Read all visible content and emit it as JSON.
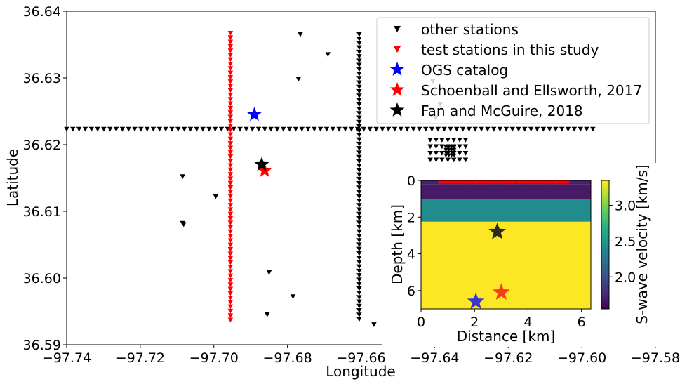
{
  "chart_data": [
    {
      "type": "scatter",
      "title": "",
      "xlabel": "Longitude",
      "ylabel": "Latitude",
      "xlim": [
        -97.74,
        -97.58
      ],
      "ylim": [
        36.59,
        36.64
      ],
      "xticks": [
        -97.74,
        -97.72,
        -97.7,
        -97.68,
        -97.66,
        -97.64,
        -97.62,
        -97.6,
        -97.58
      ],
      "xtick_labels": [
        "−97.74",
        "−97.72",
        "−97.70",
        "−97.68",
        "−97.66",
        "−97.64",
        "−97.62",
        "−97.60",
        "−97.58"
      ],
      "yticks": [
        36.59,
        36.6,
        36.61,
        36.62,
        36.63,
        36.64
      ],
      "ytick_labels": [
        "36.59",
        "36.60",
        "36.61",
        "36.62",
        "36.63",
        "36.64"
      ],
      "grid": false,
      "legend_placement": "top-right",
      "series": [
        {
          "name": "other stations",
          "marker": "triangle-down",
          "color": "#000000",
          "lines": [
            {
              "orient": "h",
              "y": 36.6223,
              "x0": -97.74,
              "x1": -97.597,
              "n": 86
            },
            {
              "orient": "v",
              "x": -97.6605,
              "y0": 36.5938,
              "y1": 36.6365,
              "n": 66
            }
          ],
          "points": [
            [
              -97.6765,
              36.6365
            ],
            [
              -97.669,
              36.6335
            ],
            [
              -97.677,
              36.6298
            ],
            [
              -97.6405,
              36.6295
            ],
            [
              -97.6385,
              36.626
            ],
            [
              -97.7085,
              36.6152
            ],
            [
              -97.6995,
              36.6122
            ],
            [
              -97.7085,
              36.6082
            ],
            [
              -97.7082,
              36.608
            ],
            [
              -97.685,
              36.6008
            ],
            [
              -97.6785,
              36.5972
            ],
            [
              -97.6855,
              36.5945
            ],
            [
              -97.6565,
              36.593
            ],
            [
              -97.6403,
              36.5943
            ],
            [
              -97.6397,
              36.624
            ],
            [
              -97.6412,
              36.6207
            ],
            [
              -97.6396,
              36.6207
            ],
            [
              -97.638,
              36.6207
            ],
            [
              -97.6364,
              36.6207
            ],
            [
              -97.6348,
              36.6207
            ],
            [
              -97.6332,
              36.6207
            ],
            [
              -97.6316,
              36.6207
            ],
            [
              -97.6412,
              36.6197
            ],
            [
              -97.6396,
              36.6197
            ],
            [
              -97.638,
              36.6197
            ],
            [
              -97.6364,
              36.6197
            ],
            [
              -97.6348,
              36.6197
            ],
            [
              -97.6332,
              36.6197
            ],
            [
              -97.6316,
              36.6197
            ],
            [
              -97.6412,
              36.6187
            ],
            [
              -97.6396,
              36.6187
            ],
            [
              -97.638,
              36.6187
            ],
            [
              -97.6364,
              36.6187
            ],
            [
              -97.6348,
              36.6187
            ],
            [
              -97.6332,
              36.6187
            ],
            [
              -97.6316,
              36.6187
            ],
            [
              -97.6412,
              36.6177
            ],
            [
              -97.6396,
              36.6177
            ],
            [
              -97.638,
              36.6177
            ],
            [
              -97.6364,
              36.6177
            ],
            [
              -97.6348,
              36.6177
            ],
            [
              -97.6332,
              36.6177
            ],
            [
              -97.6316,
              36.6177
            ],
            [
              -97.6412,
              36.6167
            ],
            [
              -97.6396,
              36.6167
            ],
            [
              -97.638,
              36.6167
            ],
            [
              -97.6364,
              36.6167
            ],
            [
              -97.6348,
              36.6167
            ],
            [
              -97.6332,
              36.6167
            ],
            [
              -97.6316,
              36.6167
            ],
            [
              -97.6412,
              36.6157
            ],
            [
              -97.6396,
              36.6157
            ],
            [
              -97.638,
              36.6157
            ],
            [
              -97.6364,
              36.6157
            ],
            [
              -97.6348,
              36.6157
            ],
            [
              -97.6332,
              36.6157
            ],
            [
              -97.6316,
              36.6157
            ]
          ],
          "dense_blobs": [
            [
              -97.6358,
              36.619
            ]
          ]
        },
        {
          "name": "test stations in this study",
          "marker": "triangle-down",
          "color": "#ff0000",
          "lines": [
            {
              "orient": "v",
              "x": -97.6955,
              "y0": 36.5937,
              "y1": 36.6367,
              "n": 66
            }
          ],
          "points": []
        },
        {
          "name": "OGS catalog",
          "marker": "star",
          "color": "#0000ff",
          "points": [
            [
              -97.689,
              36.6245
            ]
          ]
        },
        {
          "name": "Schoenball and Ellsworth, 2017",
          "marker": "star",
          "color": "#ff0000",
          "points": [
            [
              -97.6862,
              36.6161
            ]
          ]
        },
        {
          "name": "Fan and McGuire, 2018",
          "marker": "star",
          "color": "#000000",
          "points": [
            [
              -97.687,
              36.617
            ]
          ]
        }
      ]
    },
    {
      "type": "heatmap",
      "title": "",
      "xlabel": "Distance [km]",
      "ylabel": "Depth [km]",
      "xlim": [
        0,
        6.35
      ],
      "ylim": [
        7.0,
        0
      ],
      "xticks": [
        0,
        2,
        4,
        6
      ],
      "xtick_labels": [
        "0",
        "2",
        "4",
        "6"
      ],
      "yticks": [
        0,
        2,
        4,
        6
      ],
      "ytick_labels": [
        "0",
        "2",
        "4",
        "6"
      ],
      "layers": [
        {
          "top": 0,
          "bottom": 0.2,
          "value": 1.62,
          "color": "#46216e"
        },
        {
          "top": 0.2,
          "bottom": 1.0,
          "value": 1.55,
          "color": "#461a65"
        },
        {
          "top": 1.0,
          "bottom": 2.25,
          "value": 2.38,
          "color": "#218b8e"
        },
        {
          "top": 2.25,
          "bottom": 7.0,
          "value": 3.35,
          "color": "#fde725"
        }
      ],
      "stations": {
        "color": "#ff0000",
        "depth": 0.1,
        "x0": 0.7,
        "x1": 5.5,
        "n": 70
      },
      "stars": [
        {
          "x": 2.85,
          "depth": 2.8,
          "color": "#2a2a20"
        },
        {
          "x": 2.05,
          "depth": 6.6,
          "color": "#3a35d0"
        },
        {
          "x": 3.0,
          "depth": 6.1,
          "color": "#f53f1a"
        }
      ],
      "colorbar": {
        "label": "S-wave velocity [km/s]",
        "range": [
          1.55,
          3.35
        ],
        "ticks": [
          2.0,
          2.5,
          3.0
        ],
        "tick_labels": [
          "2.0",
          "2.5",
          "3.0"
        ],
        "colormap": "viridis"
      }
    }
  ]
}
